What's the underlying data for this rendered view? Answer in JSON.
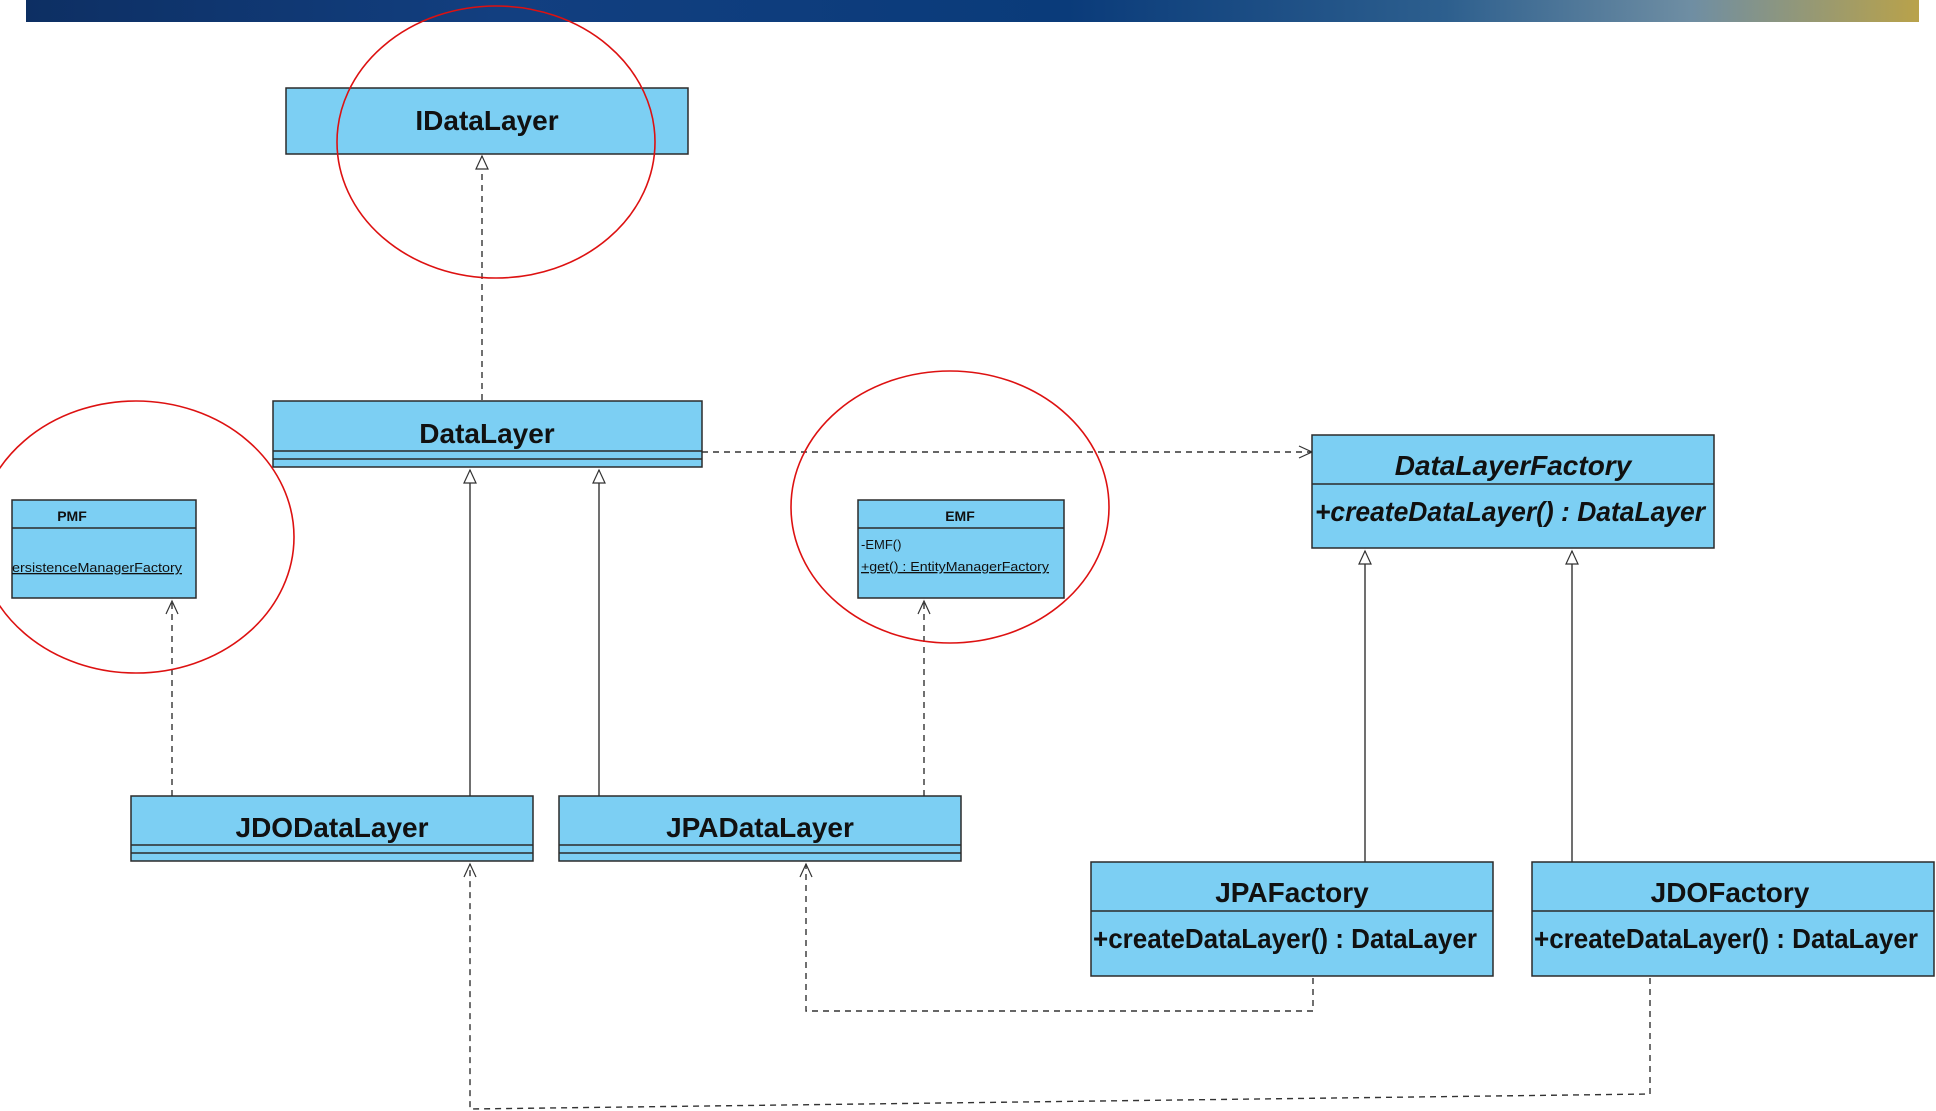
{
  "classes": {
    "idatalayer": {
      "name": "IDataLayer"
    },
    "datalayer": {
      "name": "DataLayer"
    },
    "pmf": {
      "name": "PMF",
      "attr": "ersistenceManagerFactory"
    },
    "emf": {
      "name": "EMF",
      "attr1": "-EMF()",
      "attr2": "+get() : EntityManagerFactory"
    },
    "datalayerfactory": {
      "name": "DataLayerFactory",
      "op": "+createDataLayer() : DataLayer"
    },
    "jdodatalayer": {
      "name": "JDODataLayer"
    },
    "jpadatalayer": {
      "name": "JPADataLayer"
    },
    "jpafactory": {
      "name": "JPAFactory",
      "op": "+createDataLayer() : DataLayer"
    },
    "jdofactory": {
      "name": "JDOFactory",
      "op": "+createDataLayer() : DataLayer"
    }
  },
  "colors": {
    "class_fill": "#7ccff3",
    "class_stroke": "#2b2b2b",
    "highlight_ellipse": "#dd1111",
    "banner": "#123f80"
  }
}
